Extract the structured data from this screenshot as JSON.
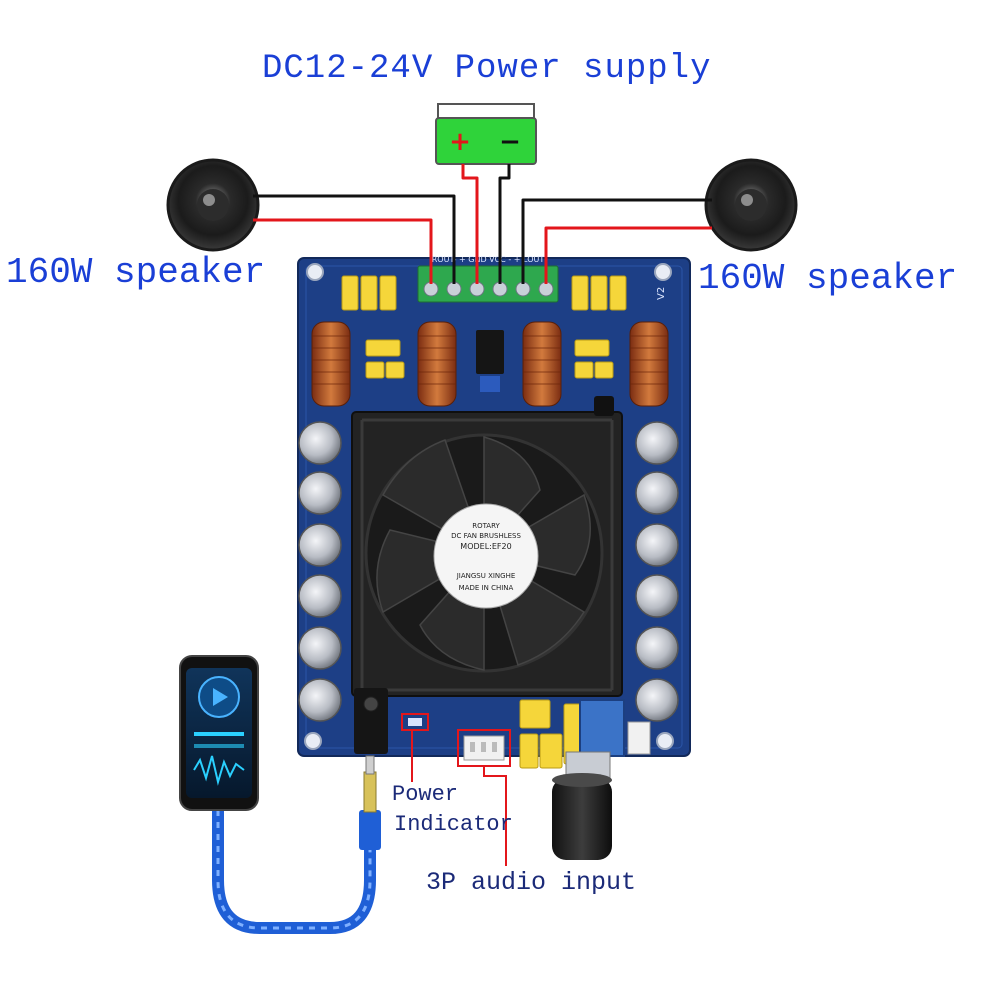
{
  "labels": {
    "title": "DC12-24V Power supply",
    "speaker_left": "160W speaker",
    "speaker_right": "160W speaker",
    "power_indicator_line1": "Power",
    "power_indicator_line2": "Indicator",
    "audio_input": "3P audio input"
  },
  "battery": {
    "plus": "+",
    "minus": "−"
  },
  "fan": {
    "line1": "ROTARY",
    "line2": "DC FAN BRUSHLESS",
    "line3": "MODEL:EF20",
    "line4": "JIANGSU XINGHE",
    "line5": "MADE IN CHINA"
  },
  "board": {
    "terminal_silk": "ROUT- + GND VCC - + LOUT",
    "version": "V2"
  },
  "colors": {
    "label_blue": "#1a3fd6",
    "board_blue": "#1d3f86",
    "wire_red": "#e3161b",
    "wire_black": "#111111",
    "battery_green": "#2fd33a",
    "terminal_green": "#2ea84e",
    "heatsink": "#232323",
    "capacitor_silver": "#c9ccd2",
    "coil_copper": "#b5542a",
    "cable_blue": "#1f5fd6"
  }
}
